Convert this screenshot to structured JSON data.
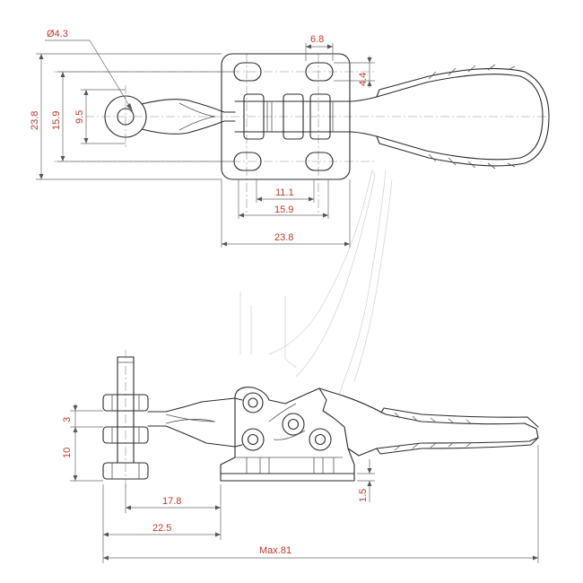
{
  "top_view": {
    "hole_diameter": "Ø4.3",
    "slot_width": "6.8",
    "slot_height": "4.4",
    "overall_height": "23.8",
    "mount_height": "15.9",
    "arm_height": "9.5",
    "hole_spacing_inner": "11.1",
    "hole_spacing_outer": "15.9",
    "base_width": "23.8"
  },
  "side_view": {
    "nut_height": "3",
    "spindle_height": "10",
    "base_thickness": "1.5",
    "reach_inner": "17.8",
    "reach_outer": "22.5",
    "overall_length": "Max.81"
  }
}
